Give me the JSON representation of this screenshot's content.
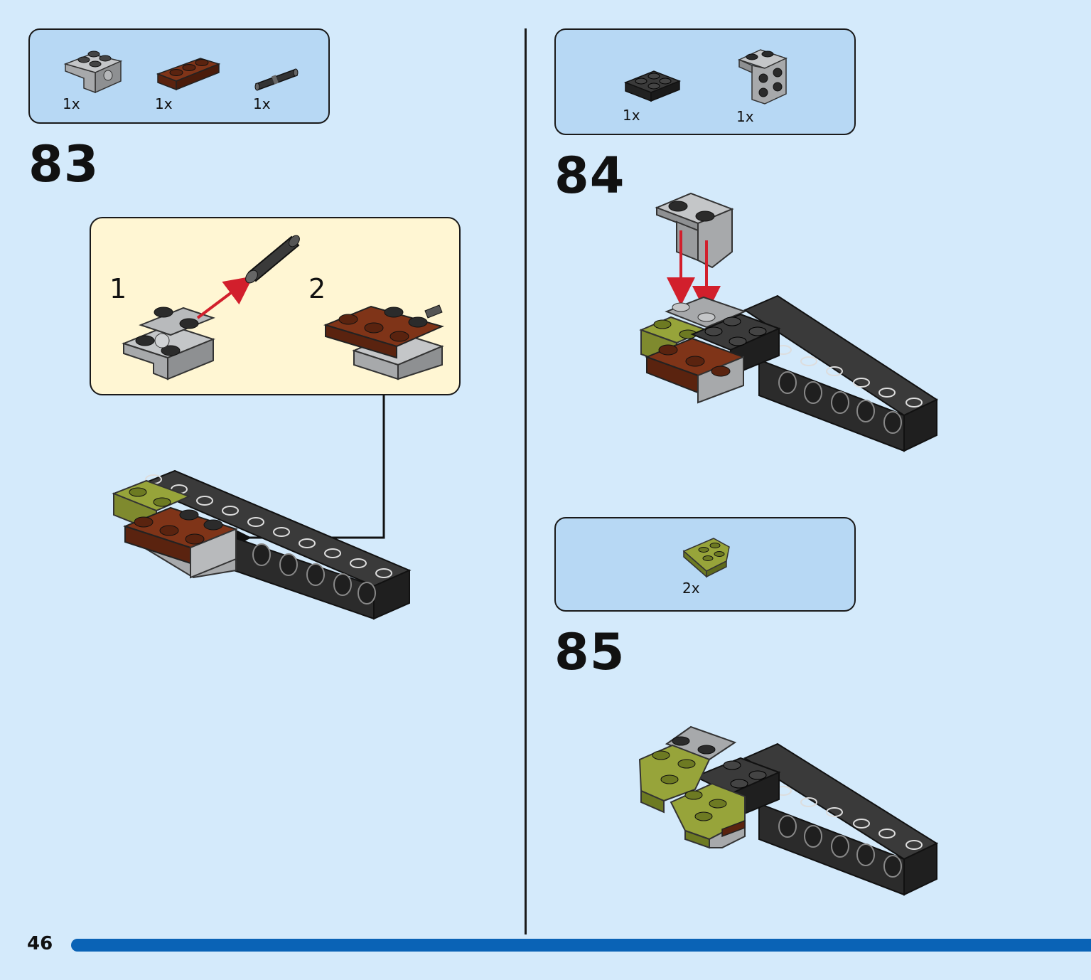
{
  "page": {
    "number": "46"
  },
  "colors": {
    "background": "#d4eafb",
    "parts_box": "#b7d8f4",
    "sub_box": "#fff6d3",
    "progress_bar": "#0a63b6",
    "arrow_red": "#d21f2c",
    "brick_black": "#2b2b2b",
    "brick_gray": "#a7a9ab",
    "brick_brown": "#6b2a14",
    "brick_olive": "#97a43a"
  },
  "steps": [
    {
      "number": "83",
      "parts": [
        {
          "qty": "1x",
          "icon": "gray-bracket-brick-icon"
        },
        {
          "qty": "1x",
          "icon": "brown-plate-icon"
        },
        {
          "qty": "1x",
          "icon": "black-pin-icon"
        }
      ],
      "substeps": [
        {
          "number": "1"
        },
        {
          "number": "2"
        }
      ]
    },
    {
      "number": "84",
      "parts": [
        {
          "qty": "1x",
          "icon": "black-plate-2x2-icon"
        },
        {
          "qty": "1x",
          "icon": "gray-bracket-icon"
        }
      ]
    },
    {
      "number": "85",
      "parts": [
        {
          "qty": "2x",
          "icon": "olive-wedge-plate-icon"
        }
      ]
    }
  ]
}
